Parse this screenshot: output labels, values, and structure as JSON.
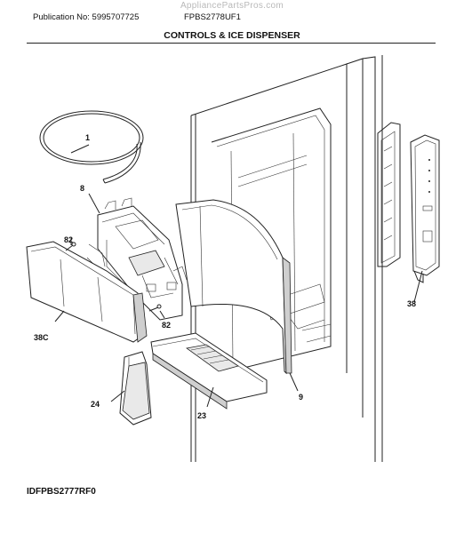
{
  "header": {
    "watermark": "AppliancePartsPros.com",
    "publication": "Publication No: 5995707725",
    "model": "FPBS2778UF1",
    "section_title": "CONTROLS & ICE DISPENSER"
  },
  "footer": {
    "drawing_id": "IDFPBS2777RF0"
  },
  "callouts": {
    "p1": "1",
    "p8": "8",
    "p82a": "82",
    "p82b": "82",
    "p38c": "38C",
    "p24": "24",
    "p23": "23",
    "p9": "9",
    "p38": "38"
  }
}
